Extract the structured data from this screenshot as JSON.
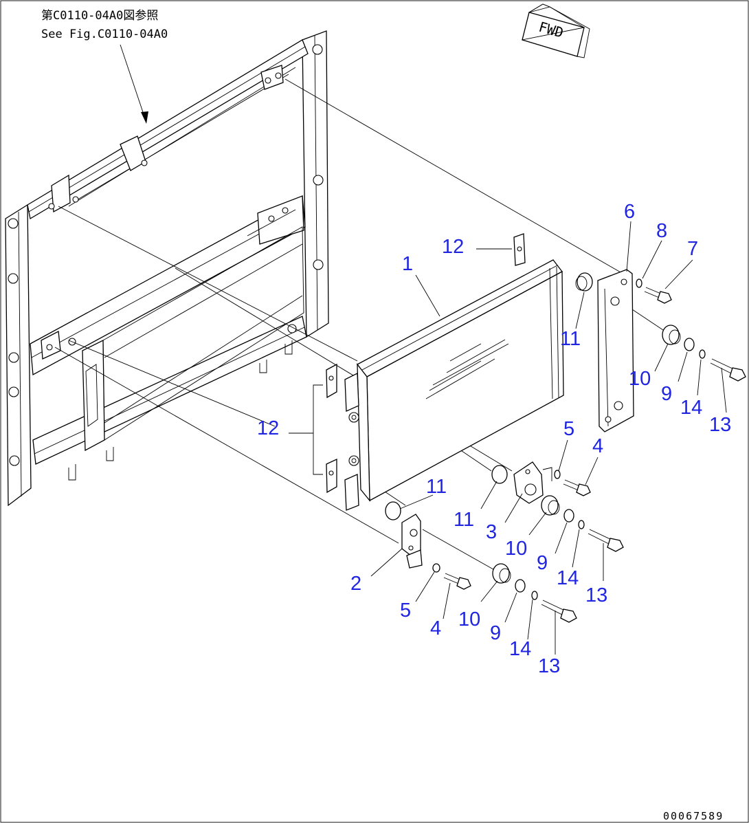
{
  "reference": {
    "jp": "第C0110-04A0図参照",
    "en": "See Fig.C0110-04A0"
  },
  "fwd_label": "FWD",
  "drawing_number": "00067589",
  "callouts": [
    {
      "id": "c1",
      "text": "1"
    },
    {
      "id": "c2",
      "text": "2"
    },
    {
      "id": "c3",
      "text": "3"
    },
    {
      "id": "c4a",
      "text": "4"
    },
    {
      "id": "c4b",
      "text": "4"
    },
    {
      "id": "c5a",
      "text": "5"
    },
    {
      "id": "c5b",
      "text": "5"
    },
    {
      "id": "c6",
      "text": "6"
    },
    {
      "id": "c7",
      "text": "7"
    },
    {
      "id": "c8",
      "text": "8"
    },
    {
      "id": "c9a",
      "text": "9"
    },
    {
      "id": "c9b",
      "text": "9"
    },
    {
      "id": "c9c",
      "text": "9"
    },
    {
      "id": "c10a",
      "text": "10"
    },
    {
      "id": "c10b",
      "text": "10"
    },
    {
      "id": "c10c",
      "text": "10"
    },
    {
      "id": "c11a",
      "text": "11"
    },
    {
      "id": "c11b",
      "text": "11"
    },
    {
      "id": "c11c",
      "text": "11"
    },
    {
      "id": "c12a",
      "text": "12"
    },
    {
      "id": "c12b",
      "text": "12"
    },
    {
      "id": "c13a",
      "text": "13"
    },
    {
      "id": "c13b",
      "text": "13"
    },
    {
      "id": "c13c",
      "text": "13"
    },
    {
      "id": "c14a",
      "text": "14"
    },
    {
      "id": "c14b",
      "text": "14"
    },
    {
      "id": "c14c",
      "text": "14"
    }
  ]
}
